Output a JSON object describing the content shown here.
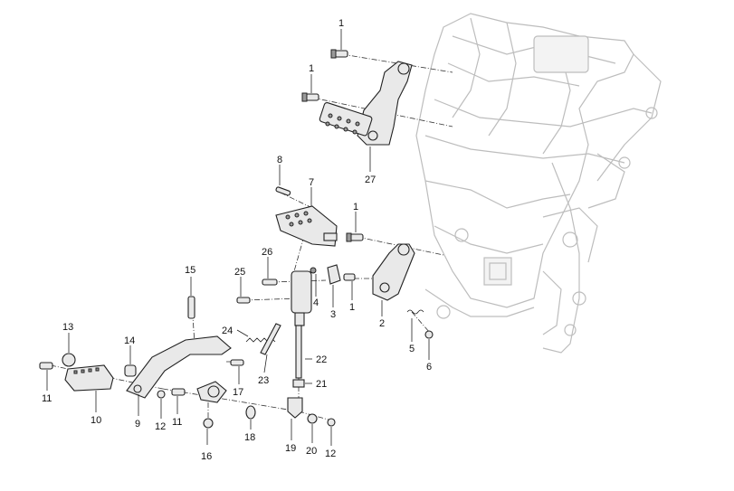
{
  "callouts": {
    "c1a": "1",
    "c1b": "1",
    "c27": "27",
    "c8": "8",
    "c7": "7",
    "c1c": "1",
    "c26": "26",
    "c25": "25",
    "c15": "15",
    "c4": "4",
    "c3": "3",
    "c1d": "1",
    "c2": "2",
    "c5": "5",
    "c6": "6",
    "c24": "24",
    "c22": "22",
    "c23": "23",
    "c21": "21",
    "c13": "13",
    "c14": "14",
    "c11a": "11",
    "c10": "10",
    "c9": "9",
    "c12a": "12",
    "c11b": "11",
    "c17": "17",
    "c16": "16",
    "c18": "18",
    "c19": "19",
    "c20": "20",
    "c12b": "12"
  }
}
